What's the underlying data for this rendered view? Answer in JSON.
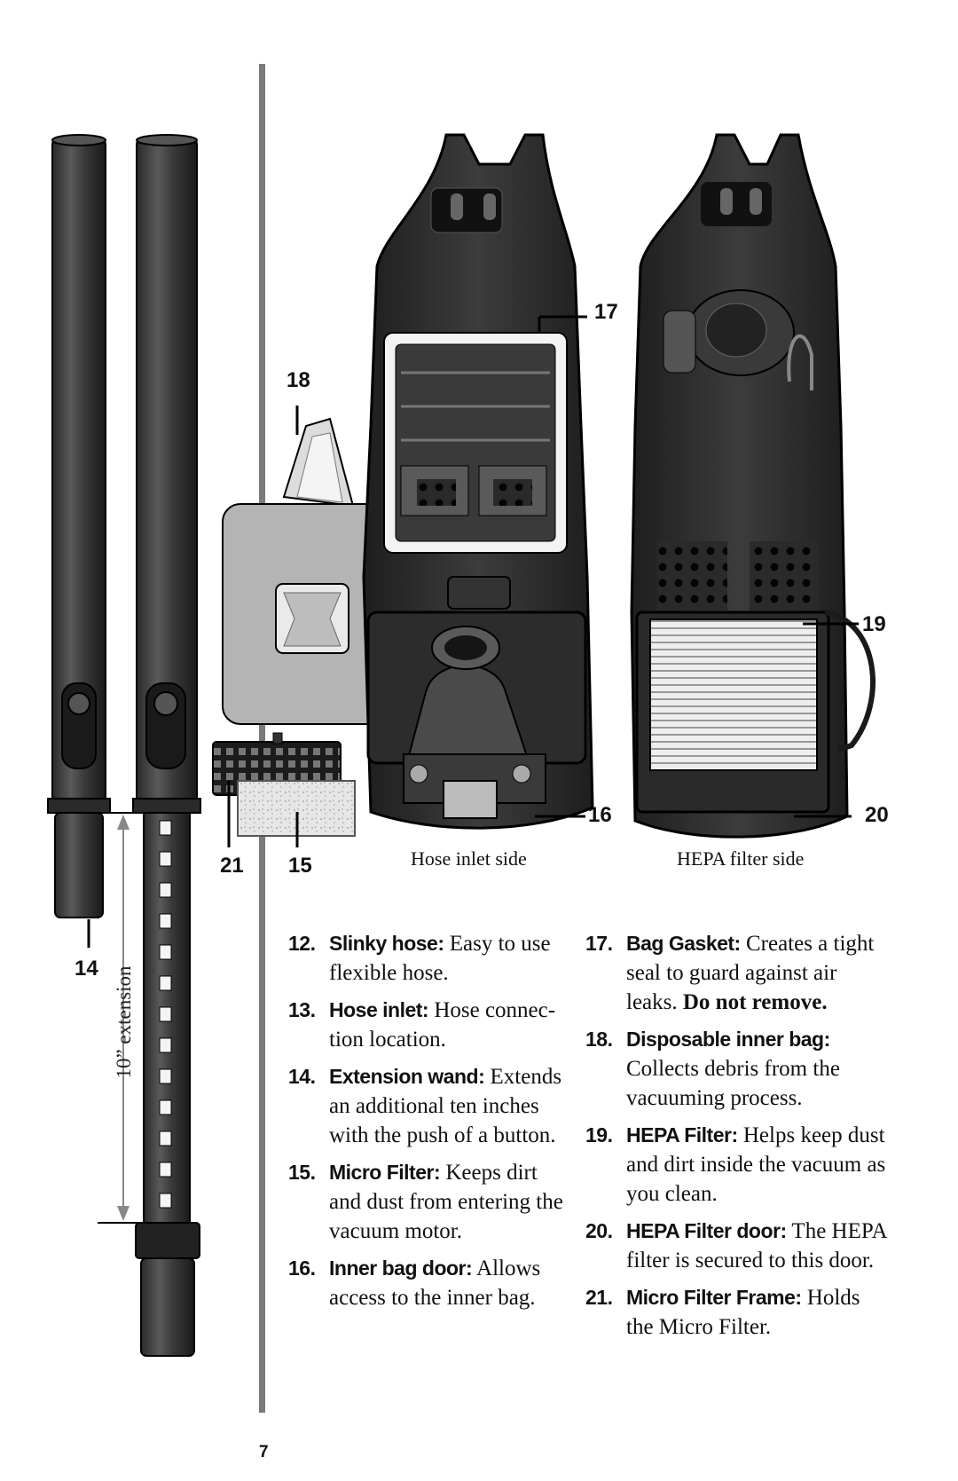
{
  "callouts": {
    "c12_placeholder": "",
    "c14": "14",
    "c15": "15",
    "c16": "16",
    "c17": "17",
    "c18": "18",
    "c19": "19",
    "c20": "20",
    "c21": "21"
  },
  "extension_label": "10” extension",
  "captions": {
    "hose_side": "Hose inlet side",
    "hepa_side": "HEPA filter side"
  },
  "parts": [
    {
      "num": "12.",
      "term": "Slinky hose:",
      "desc": " Easy to use flexible hose.",
      "warning": ""
    },
    {
      "num": "13.",
      "term": "Hose inlet:",
      "desc": " Hose connec­tion location.",
      "warning": ""
    },
    {
      "num": "14.",
      "term": "Extension wand:",
      "desc": " Extends an additional ten inches with the push of a button.",
      "warning": ""
    },
    {
      "num": "15.",
      "term": "Micro Filter:",
      "desc": " Keeps dirt and dust from entering the vacuum motor.",
      "warning": ""
    },
    {
      "num": "16.",
      "term": "Inner bag door:",
      "desc": " Allows access to the inner bag.",
      "warning": ""
    },
    {
      "num": "17.",
      "term": "Bag Gasket:",
      "desc": " Creates a tight seal  to guard against air leaks. ",
      "warning": "Do not remove."
    },
    {
      "num": "18.",
      "term": "Disposable inner bag:",
      "desc": " Collects debris from the vacuuming process.",
      "warning": ""
    },
    {
      "num": "19.",
      "term": "HEPA Filter:",
      "desc": " Helps keep dust and dirt inside the vacuum as you clean.",
      "warning": ""
    },
    {
      "num": "20.",
      "term": "HEPA Filter door:",
      "desc": " The HEPA filter is secured to this door.",
      "warning": ""
    },
    {
      "num": "21.",
      "term": "Micro Filter Frame:",
      "desc": " Holds the Micro Filter.",
      "warning": ""
    }
  ],
  "page_number": "7"
}
